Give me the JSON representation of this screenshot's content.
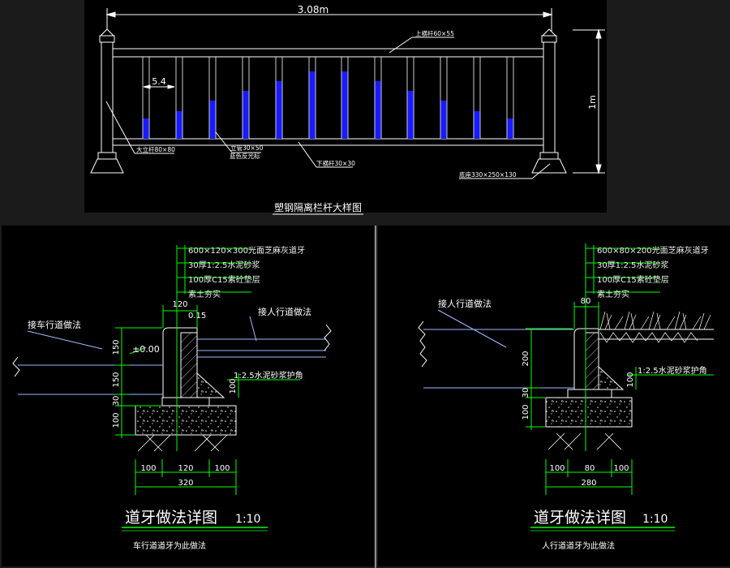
{
  "railing": {
    "overall_width": "3.08m",
    "height": "1m",
    "spacing": "5.4",
    "label_top_rail": "上横杆60×55",
    "label_post": "大立杆80×80",
    "label_baluster": "立管30×50",
    "label_baluster_note": "蓝色反光标",
    "label_bottom_rail": "下横杆30×30",
    "label_base": "底座330×250×130",
    "title": "塑钢隔离栏杆大样图"
  },
  "left_detail": {
    "layer1": "600×120×300光面芝麻灰道牙",
    "layer2": "30厚1:2.5水泥砂浆",
    "layer3": "100厚C15素砼垫层",
    "layer4": "素土夯实",
    "road_label": "接车行道做法",
    "walk_label": "接人行道做法",
    "elev": "±0.00",
    "dim_top_120": "120",
    "dim_slope": "0.15",
    "dim_150a": "150",
    "dim_150b": "150",
    "dim_30": "30",
    "dim_100": "100",
    "dim_100_haunch": "100",
    "haunch_label": "1:2.5水泥砂浆护角",
    "dim_b1": "100",
    "dim_b2": "120",
    "dim_b3": "100",
    "dim_total": "320",
    "title": "道牙做法详图",
    "scale": "1:10",
    "subtitle": "车行道道牙为此做法"
  },
  "right_detail": {
    "layer1": "600×80×200光面芝麻灰道牙",
    "layer2": "30厚1:2.5水泥砂浆",
    "layer3": "100厚C15素砼垫层",
    "layer4": "素土夯实",
    "walk_label": "接人行道做法",
    "dim_top_80": "80",
    "dim_200": "200",
    "dim_30": "30",
    "dim_100": "100",
    "dim_100_haunch": "100",
    "haunch_label": "1:2.5水泥砂浆护角",
    "dim_b1": "100",
    "dim_b2": "80",
    "dim_b3": "100",
    "dim_total": "280",
    "title": "道牙做法详图",
    "scale": "1:10",
    "subtitle": "人行道道牙为此做法"
  },
  "colors": {
    "background": "#1b1b1b",
    "panel": "#000000",
    "line_white": "#ffffff",
    "line_green": "#00ff00",
    "blue_fill": "#1a1aff",
    "leader_cyan": "#9fb8ff"
  }
}
